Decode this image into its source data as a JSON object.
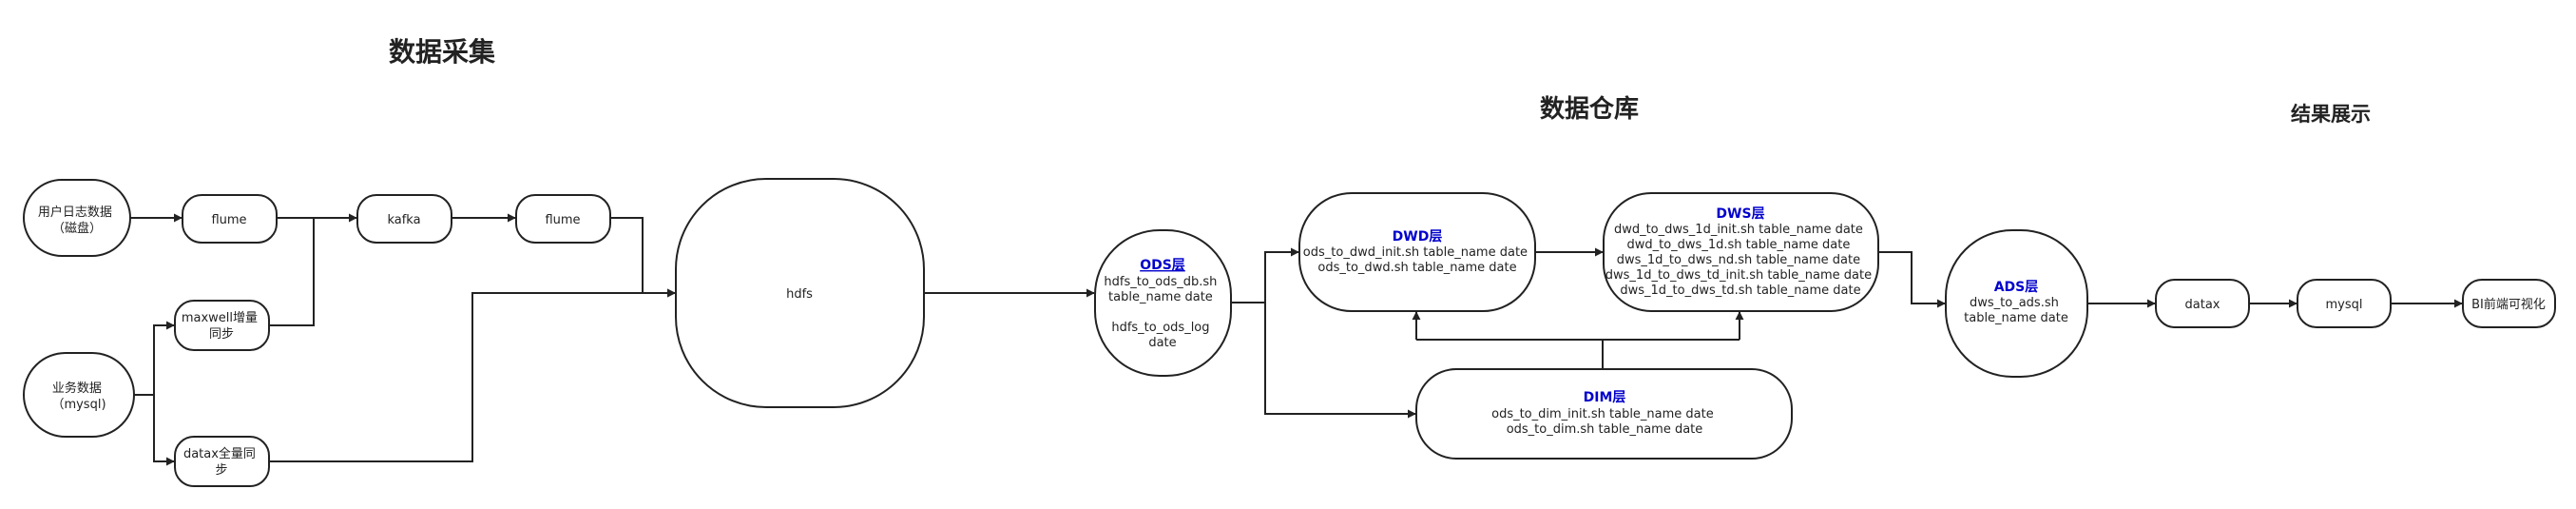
{
  "titles": {
    "collection": "数据采集",
    "warehouse": "数据仓库",
    "display": "结果展示"
  },
  "nodes": {
    "user_log": [
      "用户日志数据",
      "（磁盘）"
    ],
    "biz_data": [
      "业务数据",
      "（mysql)"
    ],
    "flume1": [
      "flume"
    ],
    "kafka": [
      "kafka"
    ],
    "flume2": [
      "flume"
    ],
    "maxwell": [
      "maxwell增量",
      "同步"
    ],
    "datax_full": [
      "datax全量同",
      "步"
    ],
    "hdfs": [
      "hdfs"
    ],
    "ods": {
      "name": "ODS层",
      "lines": [
        "hdfs_to_ods_db.sh",
        "table_name date",
        "",
        "hdfs_to_ods_log",
        "date"
      ]
    },
    "dwd": {
      "name": "DWD层",
      "lines": [
        "ods_to_dwd_init.sh table_name date",
        "ods_to_dwd.sh table_name date"
      ]
    },
    "dws": {
      "name": "DWS层",
      "lines": [
        "dwd_to_dws_1d_init.sh table_name date",
        "dwd_to_dws_1d.sh table_name date",
        "dws_1d_to_dws_nd.sh table_name date",
        "dws_1d_to_dws_td_init.sh table_name date",
        "dws_1d_to_dws_td.sh table_name date"
      ]
    },
    "dim": {
      "name": "DIM层",
      "lines": [
        "ods_to_dim_init.sh table_name date",
        "ods_to_dim.sh table_name date"
      ]
    },
    "ads": {
      "name": "ADS层",
      "lines": [
        "dws_to_ads.sh",
        "table_name date"
      ]
    },
    "datax2": [
      "datax"
    ],
    "mysql": [
      "mysql"
    ],
    "bi": [
      "BI前端可视化"
    ]
  }
}
